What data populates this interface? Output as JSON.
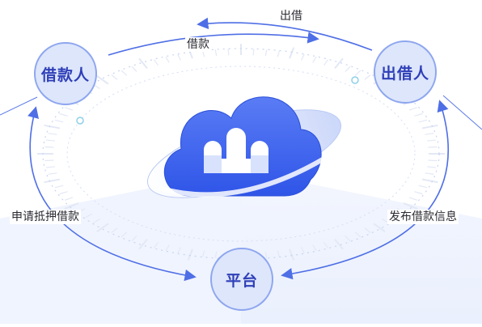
{
  "colors": {
    "node_fill": "#dde6fb",
    "node_border": "#8ea6ef",
    "node_text": "#2f3fb8",
    "arrow": "#4f6fe6",
    "cloud": "#3d63f0",
    "ring": "#c7d3f6"
  },
  "nodes": {
    "borrower": "借款人",
    "lender": "出借人",
    "platform": "平台"
  },
  "edges": {
    "lend_out": "出借",
    "borrow": "借款",
    "apply_mortgage_loan": "申请抵押借款",
    "publish_loan_info": "发布借款信息"
  },
  "center_icon": "cloud-chart-icon"
}
